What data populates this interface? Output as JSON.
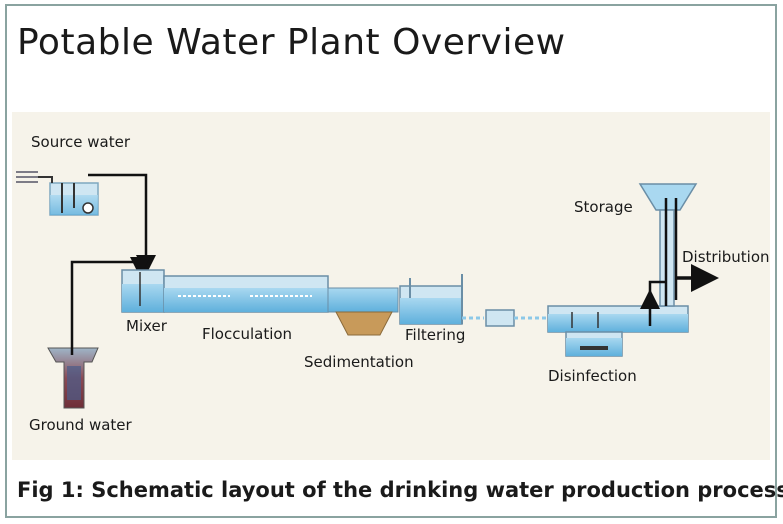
{
  "title": "Potable Water Plant Overview",
  "caption": "Fig 1: Schematic layout of the drinking water production process",
  "labels": {
    "source_water": "Source water",
    "ground_water": "Ground water",
    "mixer": "Mixer",
    "flocculation": "Flocculation",
    "sedimentation": "Sedimentation",
    "filtering": "Filtering",
    "disinfection": "Disinfection",
    "storage": "Storage",
    "distribution": "Distribution"
  },
  "colors": {
    "frame": "#8aa3a0",
    "panel": "#f6f3ea",
    "water": "#8cc8e8",
    "tank": "#cfe6f2",
    "pipe": "#111111"
  }
}
